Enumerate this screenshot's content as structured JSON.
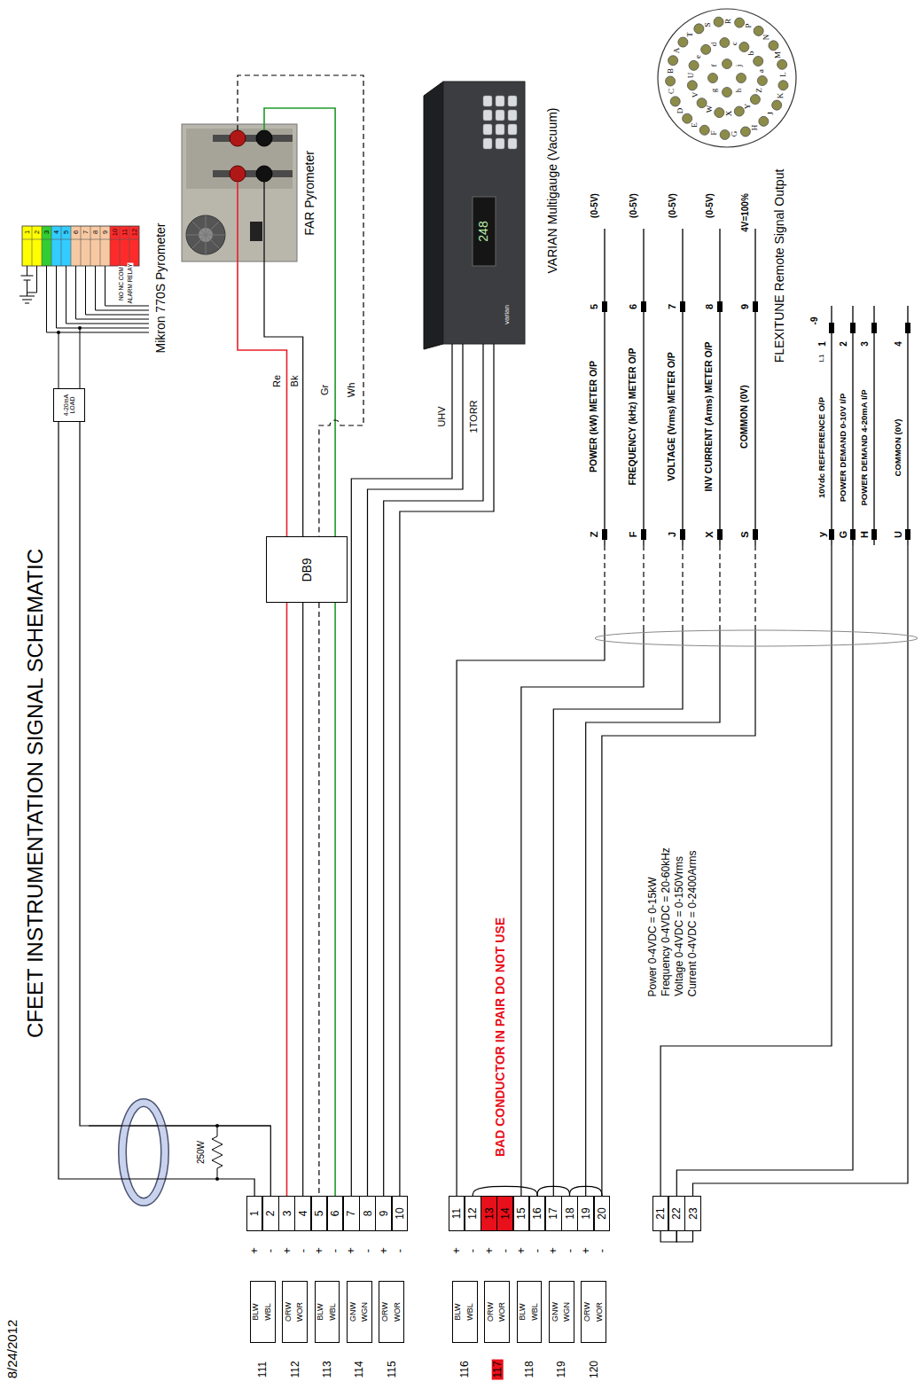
{
  "diagram": {
    "title": "CFEET INSTRUMENTATION SIGNAL SCHEMATIC",
    "nodes": [
      {
        "text": [
          "4-20mA LOAD"
        ]
      },
      {
        "text": [
          "DB9"
        ]
      },
      {
        "text": [
          "1"
        ]
      },
      {
        "text": [
          "2"
        ]
      },
      {
        "text": [
          "3"
        ]
      },
      {
        "text": [
          "4"
        ]
      },
      {
        "text": [
          "5"
        ]
      },
      {
        "text": [
          "6"
        ]
      },
      {
        "text": [
          "7"
        ]
      },
      {
        "text": [
          "8"
        ]
      },
      {
        "text": [
          "9"
        ]
      },
      {
        "text": [
          "10"
        ]
      },
      {
        "text": [
          "11"
        ]
      },
      {
        "text": [
          "12"
        ]
      },
      {
        "text": [
          "13"
        ]
      },
      {
        "text": [
          "14"
        ]
      },
      {
        "text": [
          "15"
        ]
      },
      {
        "text": [
          "16"
        ]
      },
      {
        "text": [
          "17"
        ]
      },
      {
        "text": [
          "18"
        ]
      },
      {
        "text": [
          "19"
        ]
      },
      {
        "text": [
          "20"
        ]
      },
      {
        "text": [
          "21"
        ]
      },
      {
        "text": [
          "22"
        ]
      },
      {
        "text": [
          "23"
        ]
      },
      {
        "text": [
          "BLW",
          "WBL",
          "111"
        ]
      },
      {
        "text": [
          "ORW",
          "WOR",
          "112"
        ]
      },
      {
        "text": [
          "BLW",
          "WBL",
          "113"
        ]
      },
      {
        "text": [
          "GNW",
          "WGN",
          "114"
        ]
      },
      {
        "text": [
          "ORW",
          "WOR",
          "115"
        ]
      },
      {
        "text": [
          "BLW",
          "WBL",
          "116"
        ]
      },
      {
        "text": [
          "ORW",
          "WOR",
          "117"
        ]
      },
      {
        "text": [
          "BLW",
          "WBL",
          "118"
        ]
      },
      {
        "text": [
          "GNW",
          "WGN",
          "119"
        ]
      },
      {
        "text": [
          "ORW",
          "WOR",
          "120"
        ]
      }
    ],
    "edges": [
      {
        "from": 0,
        "to": 2,
        "arrow": "none"
      },
      {
        "from": 0,
        "to": 3,
        "arrow": "none"
      },
      {
        "from": 1,
        "to": 4,
        "arrow": "none"
      },
      {
        "from": 1,
        "to": 5,
        "arrow": "none"
      },
      {
        "from": 1,
        "to": 6,
        "arrow": "none"
      },
      {
        "from": 1,
        "to": 7,
        "arrow": "none"
      },
      {
        "from": 13,
        "to": 17,
        "arrow": "none"
      },
      {
        "from": 17,
        "to": 19,
        "arrow": "none"
      },
      {
        "from": 19,
        "to": 21,
        "arrow": "none"
      },
      {
        "from": 22,
        "to": 23,
        "arrow": "none"
      },
      {
        "from": 23,
        "to": 24,
        "arrow": "none"
      }
    ],
    "labels": [
      "8/24/2012",
      "1",
      "2",
      "3",
      "4",
      "5",
      "6",
      "7",
      "8",
      "9",
      "10",
      "11",
      "12",
      "NO NC COM",
      "ALARM RELAY",
      "Mikron 770S Pyrometer",
      "FAR Pyrometer",
      "250W",
      "Re",
      "Bk",
      "Gr",
      "Wh",
      "UHV",
      "1TORR",
      "248",
      "varian",
      "VARIAN Multigauge (Vacuum)",
      "A",
      "T",
      "S",
      "R",
      "P",
      "N",
      "M",
      "L",
      "K",
      "J",
      "H",
      "G",
      "F",
      "E",
      "D",
      "C",
      "B",
      "U",
      "e",
      "d",
      "c",
      "b",
      "a",
      "Z",
      "Y",
      "X",
      "W",
      "V",
      "f",
      "j",
      "h",
      "g",
      "(0-5V)",
      "(0-5V)",
      "(0-5V)",
      "(0-5V)",
      "4V=100%",
      "5",
      "6",
      "7",
      "8",
      "9",
      "POWER (kW) METER O/P",
      "FREQUENCY (kHz) METER O/P",
      "VOLTAGE (Vrms) METER O/P",
      "INV CURRENT (Arms) METER O/P",
      "COMMON (0V)",
      "Z",
      "F",
      "J",
      "X",
      "S",
      "FLEXITUNE Remote Signal Output",
      "-9",
      "1",
      "2",
      "3",
      "4",
      "L1",
      "10Vdc REFFERENCE O/P",
      "POWER DEMAND 0-10V I/P",
      "POWER DEMAND 4-20mA I/P",
      "COMMON (0V)",
      "y",
      "G",
      "H",
      "U",
      "BAD CONDUCTOR IN PAIR DO NOT USE",
      "Power 0-4VDC = 0-15kW",
      "Frequency 0-4VDC = 20-60kHz",
      "Voltage 0-4VDC = 0-150Vrms",
      "Current 0-4VDC = 0-2400Arms",
      "+",
      "-",
      "+",
      "-",
      "+",
      "-",
      "+",
      "-",
      "+",
      "-",
      "+",
      "-",
      "+",
      "-",
      "+",
      "-",
      "+",
      "-",
      "+",
      "-"
    ]
  }
}
